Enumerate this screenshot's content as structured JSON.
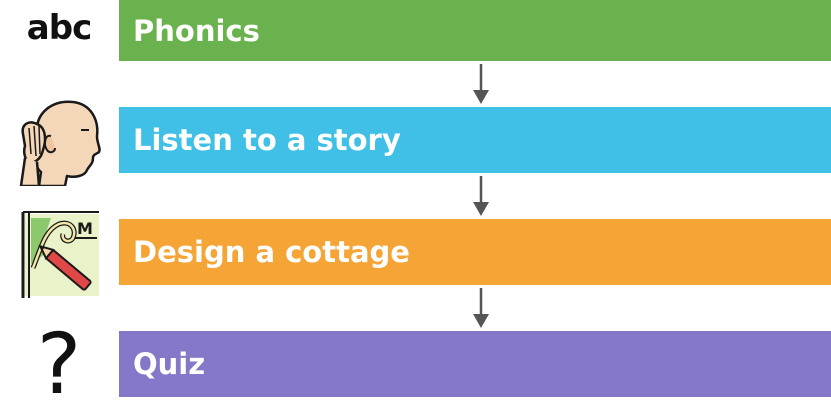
{
  "steps": [
    {
      "label": "Phonics",
      "icon_name": "abc-icon",
      "icon_text": "abc",
      "color": "#6ab24d"
    },
    {
      "label": "Listen to a story",
      "icon_name": "listening-ear-icon",
      "color": "#40c0e6"
    },
    {
      "label": "Design a cottage",
      "icon_name": "design-drawing-icon",
      "color": "#f5a436"
    },
    {
      "label": "Quiz",
      "icon_name": "question-mark-icon",
      "icon_text": "?",
      "color": "#8578c8"
    }
  ],
  "arrow_color": "#555555"
}
